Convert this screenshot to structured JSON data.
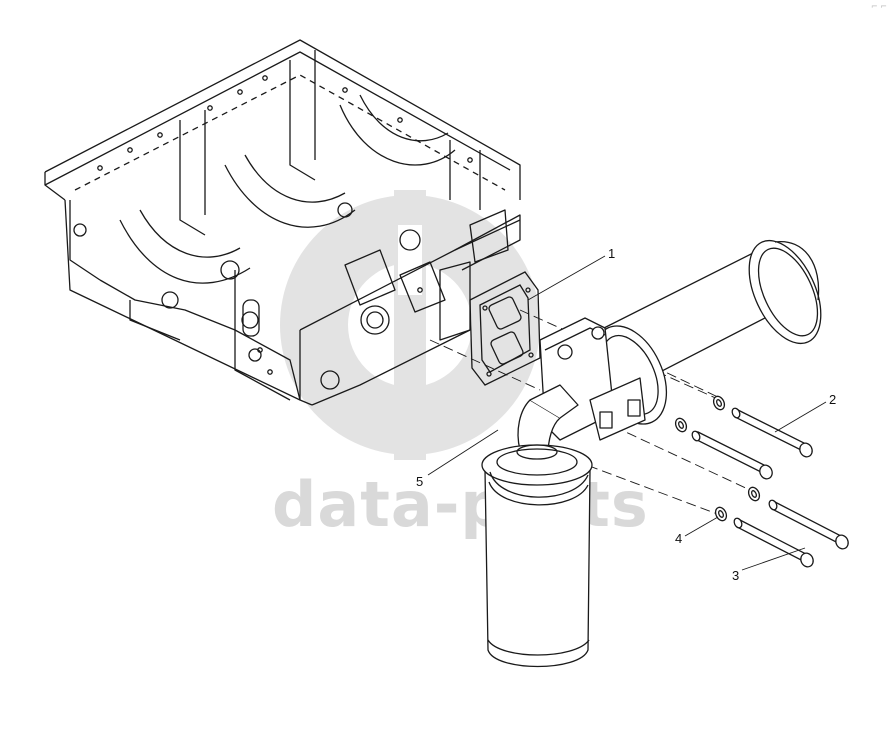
{
  "watermark": {
    "text": "data-parts",
    "color": "#d9d9d9"
  },
  "corner_mark": "⌐ ⌐",
  "callouts": [
    {
      "id": "1",
      "label": "1"
    },
    {
      "id": "2",
      "label": "2"
    },
    {
      "id": "3",
      "label": "3"
    },
    {
      "id": "4",
      "label": "4"
    },
    {
      "id": "5",
      "label": "5"
    }
  ],
  "colors": {
    "line": "#1a1a1a",
    "background": "#ffffff"
  }
}
